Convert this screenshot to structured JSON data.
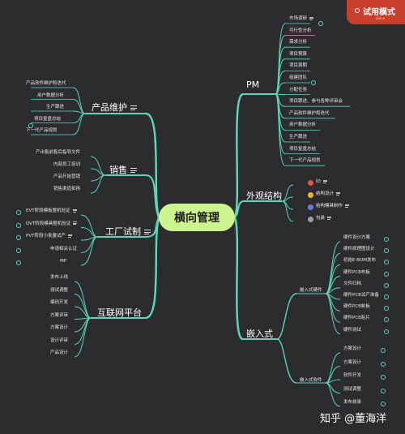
{
  "center": "横向管理",
  "trial": {
    "title": "试用模式",
    "subtitle": "XMind"
  },
  "watermark": "知乎 @董海洋",
  "branches": {
    "pm": {
      "label": "PM",
      "items": [
        "市场调研",
        "可行性分析",
        "需求分析",
        "项目预算",
        "项目周期",
        "组建团队",
        "分配任务",
        "项目跟进、参与各种评审会",
        "产品软件维护和迭代",
        "用户数据分析",
        "生产跟进",
        "项目复盘总结",
        "下一代产品规划"
      ]
    },
    "appearance": {
      "label": "外观结构",
      "items": [
        "ID",
        "结构设计",
        "结构模具制作",
        "包装"
      ]
    },
    "embedded": {
      "label": "嵌入式",
      "hardware": {
        "label": "嵌入式硬件",
        "items": [
          "硬件设计方案",
          "硬件原理图设计",
          "初始E-BOM发布",
          "硬件PCB布板",
          "文件归档",
          "硬件PCB试产准备",
          "硬件PCB制板",
          "硬件PCB贴片",
          "硬件测试"
        ]
      },
      "software": {
        "label": "嵌入式软件",
        "items": [
          "方案设计",
          "方案设计",
          "软件开发",
          "测试调整",
          "发布烧录"
        ]
      }
    },
    "maintenance": {
      "label": "产品维护",
      "items": [
        "产品软件维护和迭代",
        "用户数据分析",
        "生产跟进",
        "项目复盘总结",
        "下一代产品规划"
      ]
    },
    "sales": {
      "label": "销售",
      "items": [
        "产出售前售后指导文件",
        "内部员工培训",
        "产品开始营销",
        "销售渠道拓扬"
      ]
    },
    "factory": {
      "label": "工厂试制",
      "items": [
        "EVT阶段模板整机验证",
        "DVT阶段模具整机验证",
        "PVT阶段小批量试产",
        "申请相关认证",
        "MP"
      ]
    },
    "internet": {
      "label": "互联网平台",
      "items": [
        "发布上线",
        "测试调整",
        "编码开发",
        "方案评审",
        "方案设计",
        "设计评审",
        "产品设计"
      ]
    }
  }
}
